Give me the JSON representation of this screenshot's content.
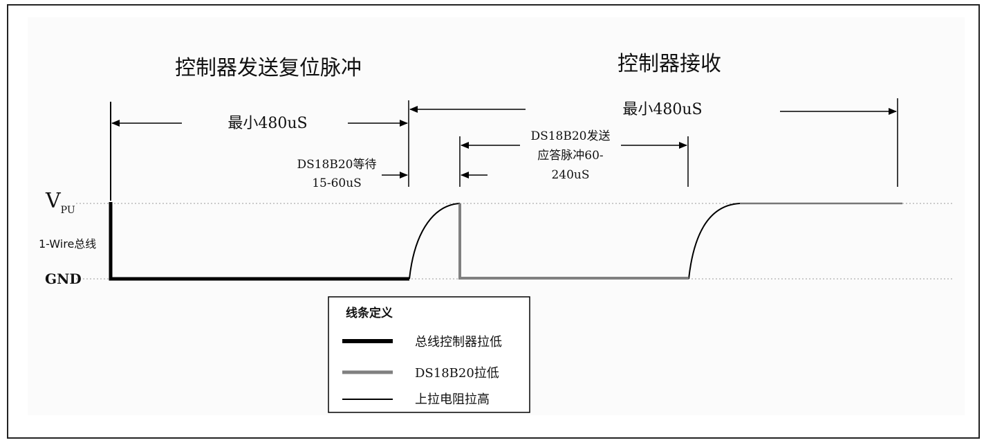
{
  "titles": {
    "reset_phase": "控制器发送复位脉冲",
    "receive_phase": "控制器接收"
  },
  "timing": {
    "reset_min": "最小480uS",
    "receive_min": "最小480uS",
    "wait_line1": "DS18B20等待",
    "wait_line2": "15-60uS",
    "presence_line1": "DS18B20发送",
    "presence_line2": "应答脉冲60-",
    "presence_line3": "240uS"
  },
  "axis": {
    "vpu_main": "V",
    "vpu_sub": "PU",
    "bus_label": "1-Wire总线",
    "gnd_label": "GND"
  },
  "legend": {
    "title": "线条定义",
    "items": [
      {
        "label": "总线控制器拉低",
        "color": "#000000"
      },
      {
        "label": "DS18B20拉低",
        "color": "#808080"
      },
      {
        "label": "上拉电阻拉高",
        "color": "#000000"
      }
    ]
  }
}
